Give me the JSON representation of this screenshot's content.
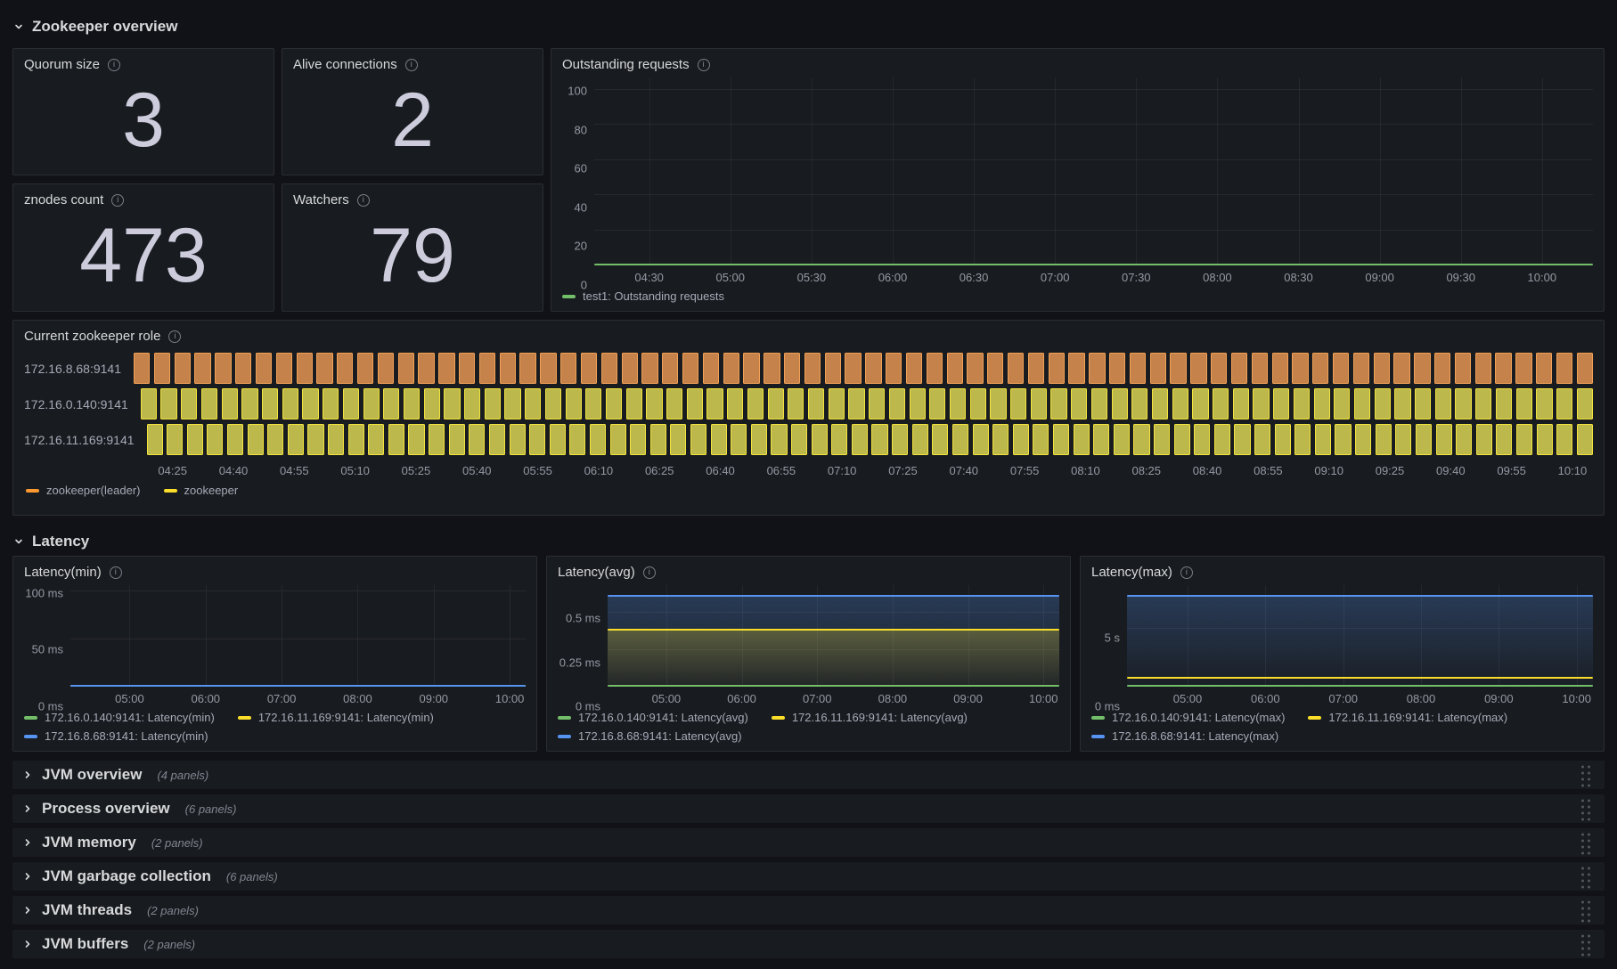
{
  "headers": {
    "zookeeper": "Zookeeper overview",
    "latency": "Latency"
  },
  "stats": [
    {
      "title": "Quorum size",
      "value": "3"
    },
    {
      "title": "Alive connections",
      "value": "2"
    },
    {
      "title": "znodes count",
      "value": "473"
    },
    {
      "title": "Watchers",
      "value": "79"
    }
  ],
  "collapsed_rows": [
    {
      "title": "JVM overview",
      "count": "(4 panels)"
    },
    {
      "title": "Process overview",
      "count": "(6 panels)"
    },
    {
      "title": "JVM memory",
      "count": "(2 panels)"
    },
    {
      "title": "JVM garbage collection",
      "count": "(6 panels)"
    },
    {
      "title": "JVM threads",
      "count": "(2 panels)"
    },
    {
      "title": "JVM buffers",
      "count": "(2 panels)"
    }
  ],
  "colors": {
    "green": "#73BF69",
    "yellow": "#FADE2A",
    "blue": "#5794F2",
    "orange": "#FF9830"
  },
  "chart_data": [
    {
      "type": "line",
      "title": "Outstanding requests",
      "ylim": [
        0,
        107
      ],
      "y_ticks": [
        {
          "v": 0,
          "label": "0"
        },
        {
          "v": 20,
          "label": "20"
        },
        {
          "v": 40,
          "label": "40"
        },
        {
          "v": 60,
          "label": "60"
        },
        {
          "v": 80,
          "label": "80"
        },
        {
          "v": 100,
          "label": "100"
        }
      ],
      "x_ticks": [
        "04:30",
        "05:00",
        "05:30",
        "06:00",
        "06:30",
        "07:00",
        "07:30",
        "08:00",
        "08:30",
        "09:00",
        "09:30",
        "10:00"
      ],
      "x_axis": {
        "start_pct": 5.5,
        "end_pct": 94.9
      },
      "grid": true,
      "series": [
        {
          "name": "test1: Outstanding requests",
          "color": "#73BF69",
          "value": 0,
          "fill": false
        }
      ],
      "legend": [
        [
          {
            "color": "#73BF69",
            "label": "test1: Outstanding requests"
          }
        ]
      ]
    },
    {
      "type": "state-timeline",
      "title": "Current zookeeper role",
      "bar_count": 72,
      "rows": [
        {
          "label": "172.16.8.68:9141",
          "state": "zookeeper(leader)",
          "fill": "#C5824A",
          "border": "#F2A155"
        },
        {
          "label": "172.16.0.140:9141",
          "state": "zookeeper",
          "fill": "#BDB84B",
          "border": "#F2E33C"
        },
        {
          "label": "172.16.11.169:9141",
          "state": "zookeeper",
          "fill": "#BDB84B",
          "border": "#F2E33C"
        }
      ],
      "x_ticks": [
        "04:25",
        "04:40",
        "04:55",
        "05:10",
        "05:25",
        "05:40",
        "05:55",
        "06:10",
        "06:25",
        "06:40",
        "06:55",
        "07:10",
        "07:25",
        "07:40",
        "07:55",
        "08:10",
        "08:25",
        "08:40",
        "08:55",
        "09:10",
        "09:25",
        "09:40",
        "09:55",
        "10:10"
      ],
      "x_axis": {
        "start_pct": 3.2,
        "end_pct": 98.6
      },
      "legend": [
        [
          {
            "color": "#FF9830",
            "label": "zookeeper(leader)"
          },
          {
            "color": "#FADE2A",
            "label": "zookeeper"
          }
        ]
      ]
    },
    {
      "type": "line",
      "title": "Latency(min)",
      "ylim": [
        0,
        107
      ],
      "y_ticks": [
        {
          "v": 0,
          "label": "0 ms"
        },
        {
          "v": 50,
          "label": "50 ms"
        },
        {
          "v": 100,
          "label": "100 ms"
        }
      ],
      "x_ticks": [
        "05:00",
        "06:00",
        "07:00",
        "08:00",
        "09:00",
        "10:00"
      ],
      "x_axis": {
        "start_pct": 13.0,
        "end_pct": 96.5
      },
      "grid": true,
      "series": [
        {
          "name": "172.16.0.140:9141: Latency(min)",
          "color": "#73BF69",
          "value": 0,
          "fill": false
        },
        {
          "name": "172.16.11.169:9141: Latency(min)",
          "color": "#FADE2A",
          "value": 0,
          "fill": false
        },
        {
          "name": "172.16.8.68:9141: Latency(min)",
          "color": "#5794F2",
          "value": 0,
          "fill": false
        }
      ],
      "legend": [
        [
          {
            "color": "#73BF69",
            "label": "172.16.0.140:9141: Latency(min)"
          },
          {
            "color": "#FADE2A",
            "label": "172.16.11.169:9141: Latency(min)"
          }
        ],
        [
          {
            "color": "#5794F2",
            "label": "172.16.8.68:9141: Latency(min)"
          }
        ]
      ]
    },
    {
      "type": "line",
      "title": "Latency(avg)",
      "ylim": [
        0,
        0.69
      ],
      "y_ticks": [
        {
          "v": 0,
          "label": "0 ms"
        },
        {
          "v": 0.25,
          "label": "0.25 ms"
        },
        {
          "v": 0.5,
          "label": "0.5 ms"
        }
      ],
      "x_ticks": [
        "05:00",
        "06:00",
        "07:00",
        "08:00",
        "09:00",
        "10:00"
      ],
      "x_axis": {
        "start_pct": 13.0,
        "end_pct": 96.5
      },
      "grid": true,
      "series": [
        {
          "name": "172.16.8.68:9141: Latency(avg)",
          "color": "#5794F2",
          "value": 0.615,
          "fill": true
        },
        {
          "name": "172.16.11.169:9141: Latency(avg)",
          "color": "#FADE2A",
          "value": 0.39,
          "fill": true
        },
        {
          "name": "172.16.0.140:9141: Latency(avg)",
          "color": "#73BF69",
          "value": 0.004,
          "fill": false
        }
      ],
      "legend": [
        [
          {
            "color": "#73BF69",
            "label": "172.16.0.140:9141: Latency(avg)"
          },
          {
            "color": "#FADE2A",
            "label": "172.16.11.169:9141: Latency(avg)"
          }
        ],
        [
          {
            "color": "#5794F2",
            "label": "172.16.8.68:9141: Latency(avg)"
          }
        ]
      ]
    },
    {
      "type": "line",
      "title": "Latency(max)",
      "ylim": [
        0,
        8.8
      ],
      "y_ticks": [
        {
          "v": 0,
          "label": "0 ms"
        },
        {
          "v": 5,
          "label": "5 s"
        }
      ],
      "x_ticks": [
        "05:00",
        "06:00",
        "07:00",
        "08:00",
        "09:00",
        "10:00"
      ],
      "x_axis": {
        "start_pct": 13.0,
        "end_pct": 96.5
      },
      "grid": true,
      "series": [
        {
          "name": "172.16.8.68:9141: Latency(max)",
          "color": "#5794F2",
          "value": 7.9,
          "fill": true
        },
        {
          "name": "172.16.11.169:9141: Latency(max)",
          "color": "#FADE2A",
          "value": 0.8,
          "fill": false
        },
        {
          "name": "172.16.0.140:9141: Latency(max)",
          "color": "#73BF69",
          "value": 0.07,
          "fill": false
        }
      ],
      "legend": [
        [
          {
            "color": "#73BF69",
            "label": "172.16.0.140:9141: Latency(max)"
          },
          {
            "color": "#FADE2A",
            "label": "172.16.11.169:9141: Latency(max)"
          }
        ],
        [
          {
            "color": "#5794F2",
            "label": "172.16.8.68:9141: Latency(max)"
          }
        ]
      ]
    }
  ]
}
